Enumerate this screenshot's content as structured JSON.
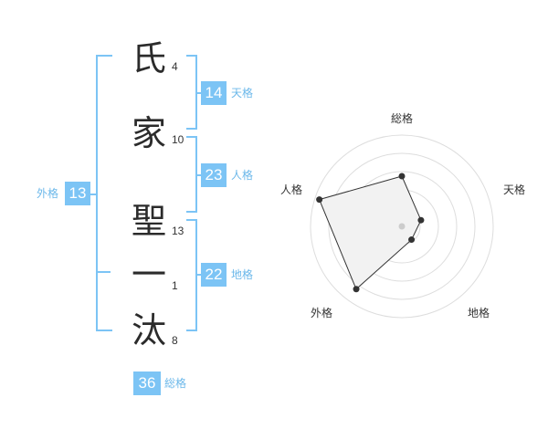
{
  "name": {
    "chars": [
      {
        "char": "氏",
        "strokes": "4"
      },
      {
        "char": "家",
        "strokes": "10"
      },
      {
        "char": "聖",
        "strokes": "13"
      },
      {
        "char": "一",
        "strokes": "1"
      },
      {
        "char": "汰",
        "strokes": "8"
      }
    ]
  },
  "fortunes": {
    "tenkaku": {
      "value": "14",
      "label": "天格"
    },
    "jinkaku": {
      "value": "23",
      "label": "人格"
    },
    "chikaku": {
      "value": "22",
      "label": "地格"
    },
    "gaikaku": {
      "value": "13",
      "label": "外格"
    },
    "soukaku": {
      "value": "36",
      "label": "総格"
    }
  },
  "colors": {
    "accent": "#7cc4f5",
    "accent_text": "#6cb8ea",
    "text": "#2b2b2b"
  },
  "radar": {
    "axes": [
      "総格",
      "天格",
      "地格",
      "外格",
      "人格"
    ],
    "values": [
      0.55,
      0.22,
      0.18,
      0.85,
      0.95
    ],
    "max": 1
  }
}
